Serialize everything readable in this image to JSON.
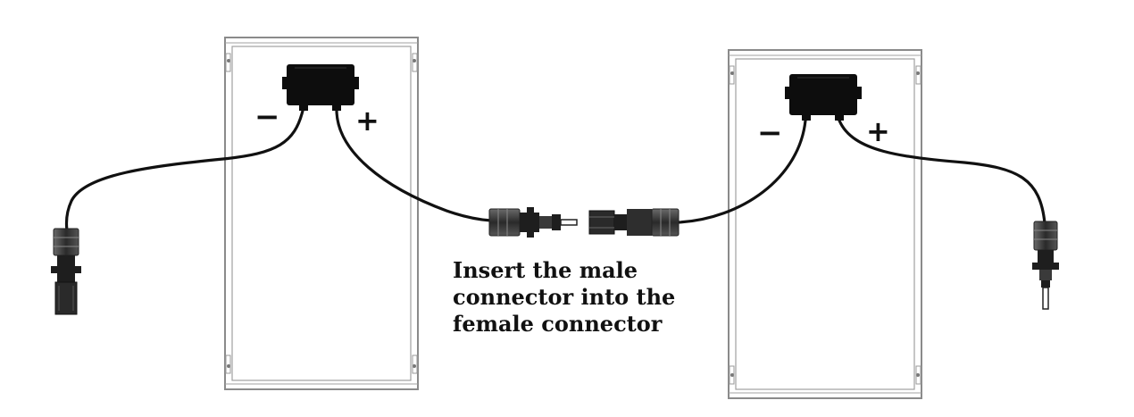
{
  "panels": [
    {
      "minus": "−",
      "plus": "+"
    },
    {
      "minus": "−",
      "plus": "+"
    }
  ],
  "caption": {
    "line1": "Insert the male",
    "line2": "connector into the",
    "line3": "female connector"
  },
  "colors": {
    "line": "#111111",
    "frame": "#8a8a8a",
    "box": "#0d0d0d",
    "connector": "#3a3a3a"
  }
}
